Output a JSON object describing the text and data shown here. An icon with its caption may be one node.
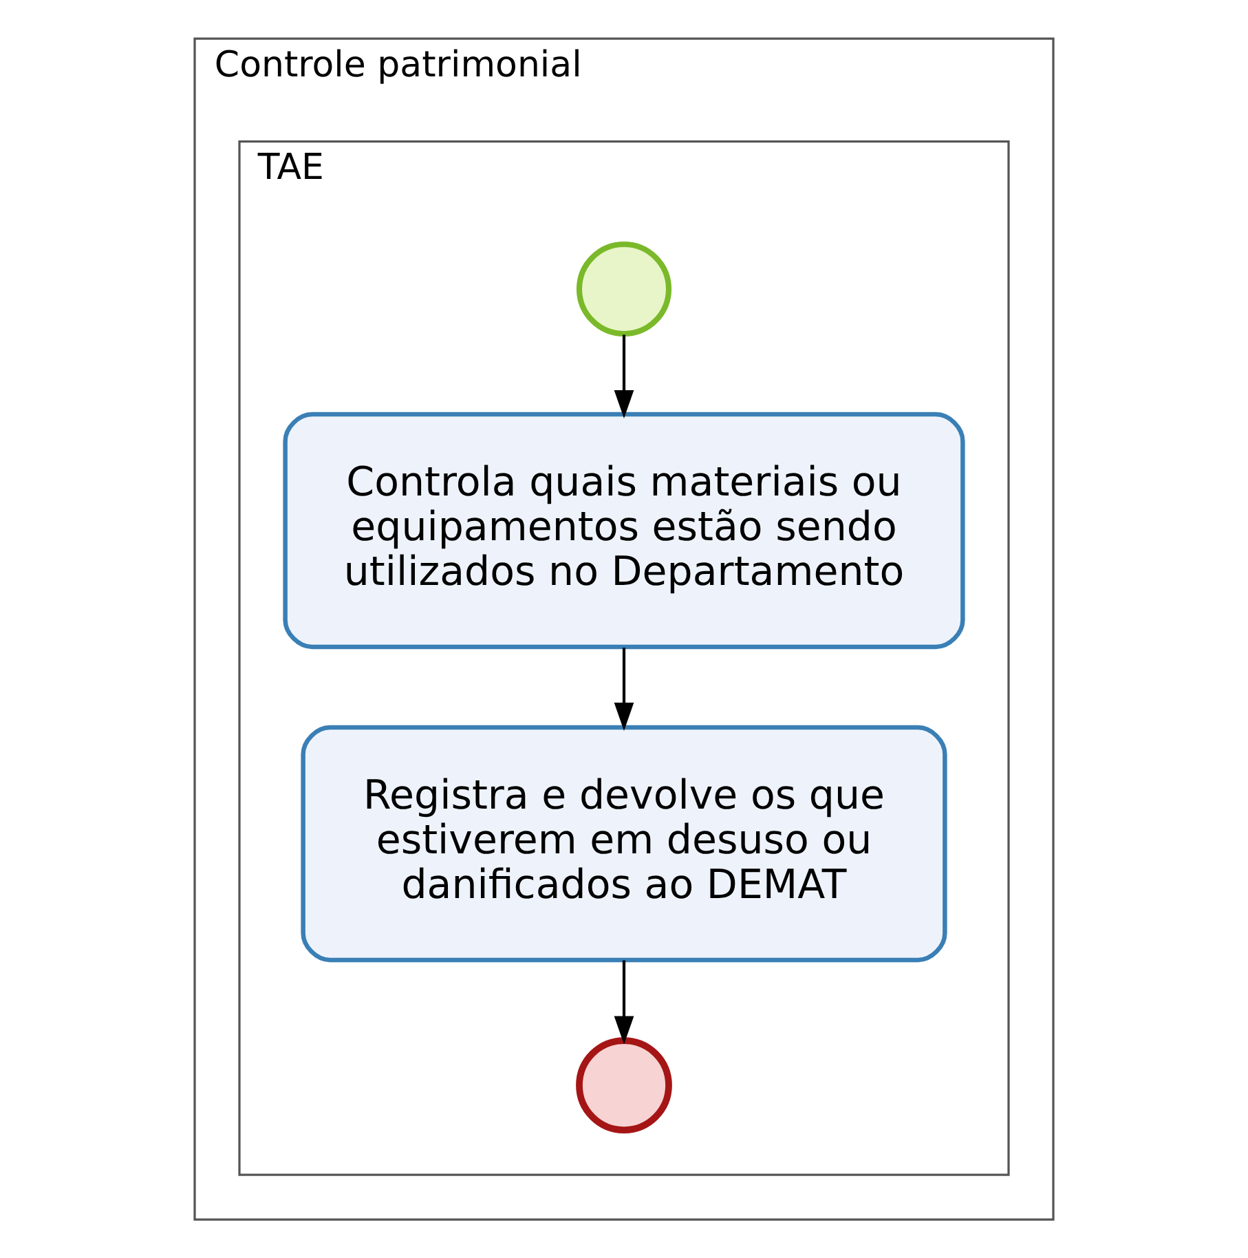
{
  "diagram": {
    "nodes": [
      {
        "text": [
          "Controle patrimonial"
        ]
      },
      {
        "text": [
          "TAE"
        ],
        "in": 0
      },
      {
        "text": [],
        "shape": "circle",
        "in": 1
      },
      {
        "text": [
          "Controla quais materiais ou equipamentos estão sendo utilizados no Departamento"
        ],
        "in": 1
      },
      {
        "text": [
          "Registra e devolve os que estiverem em desuso ou danificados ao DEMAT"
        ],
        "in": 1
      },
      {
        "text": [],
        "shape": "circle",
        "in": 1
      }
    ],
    "edges": [
      {
        "from": 2,
        "to": 3,
        "arrow": "to"
      },
      {
        "from": 3,
        "to": 4,
        "arrow": "to"
      },
      {
        "from": 4,
        "to": 5,
        "arrow": "to"
      }
    ]
  }
}
